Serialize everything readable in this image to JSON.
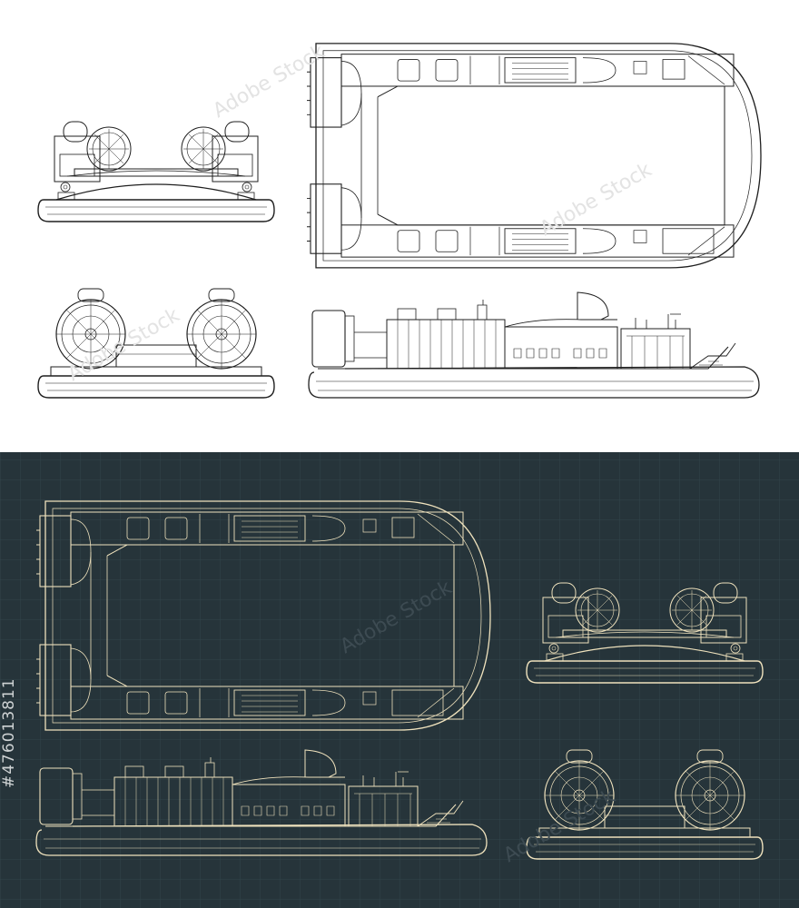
{
  "watermark": {
    "text": "Adobe Stock",
    "color_light": "#e3e3e3",
    "color_dark": "#3d4b52"
  },
  "stock_id": "#476013811",
  "colors": {
    "light_bg": "#ffffff",
    "light_line": "#1f1f1f",
    "dark_bg": "#26343a",
    "dark_grid": "#31444b",
    "dark_line": "#efe2bd"
  },
  "sheets": [
    {
      "theme": "light",
      "views": [
        "front-view",
        "rear-view",
        "top-view",
        "side-view"
      ]
    },
    {
      "theme": "dark",
      "views": [
        "top-view",
        "side-view",
        "front-view",
        "rear-view"
      ]
    }
  ]
}
